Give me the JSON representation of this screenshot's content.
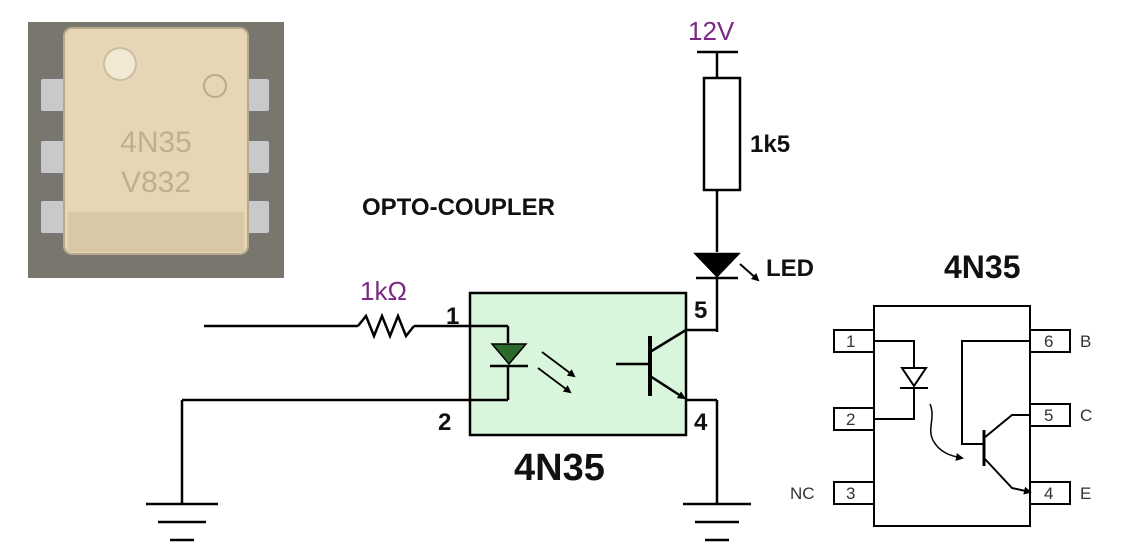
{
  "photo": {
    "chip_text_line1": "4N35",
    "chip_text_line2": "V832"
  },
  "schematic": {
    "title": "OPTO-COUPLER",
    "supply_label": "12V",
    "load_resistor_label": "1k5",
    "input_resistor_label": "1kΩ",
    "led_label": "LED",
    "ic_label": "4N35",
    "pin_1": "1",
    "pin_2": "2",
    "pin_4": "4",
    "pin_5": "5"
  },
  "pinout": {
    "title": "4N35",
    "pins": [
      {
        "number": "1",
        "name": ""
      },
      {
        "number": "2",
        "name": ""
      },
      {
        "number": "3",
        "name": "NC"
      },
      {
        "number": "6",
        "name": "B"
      },
      {
        "number": "5",
        "name": "C"
      },
      {
        "number": "4",
        "name": "E"
      }
    ]
  },
  "colors": {
    "wire": "#000000",
    "ic_fill": "#d9f5dc",
    "value_label": "#7a2a82",
    "chip_body": "#e6d7b8",
    "photo_background": "#6b6b62"
  }
}
